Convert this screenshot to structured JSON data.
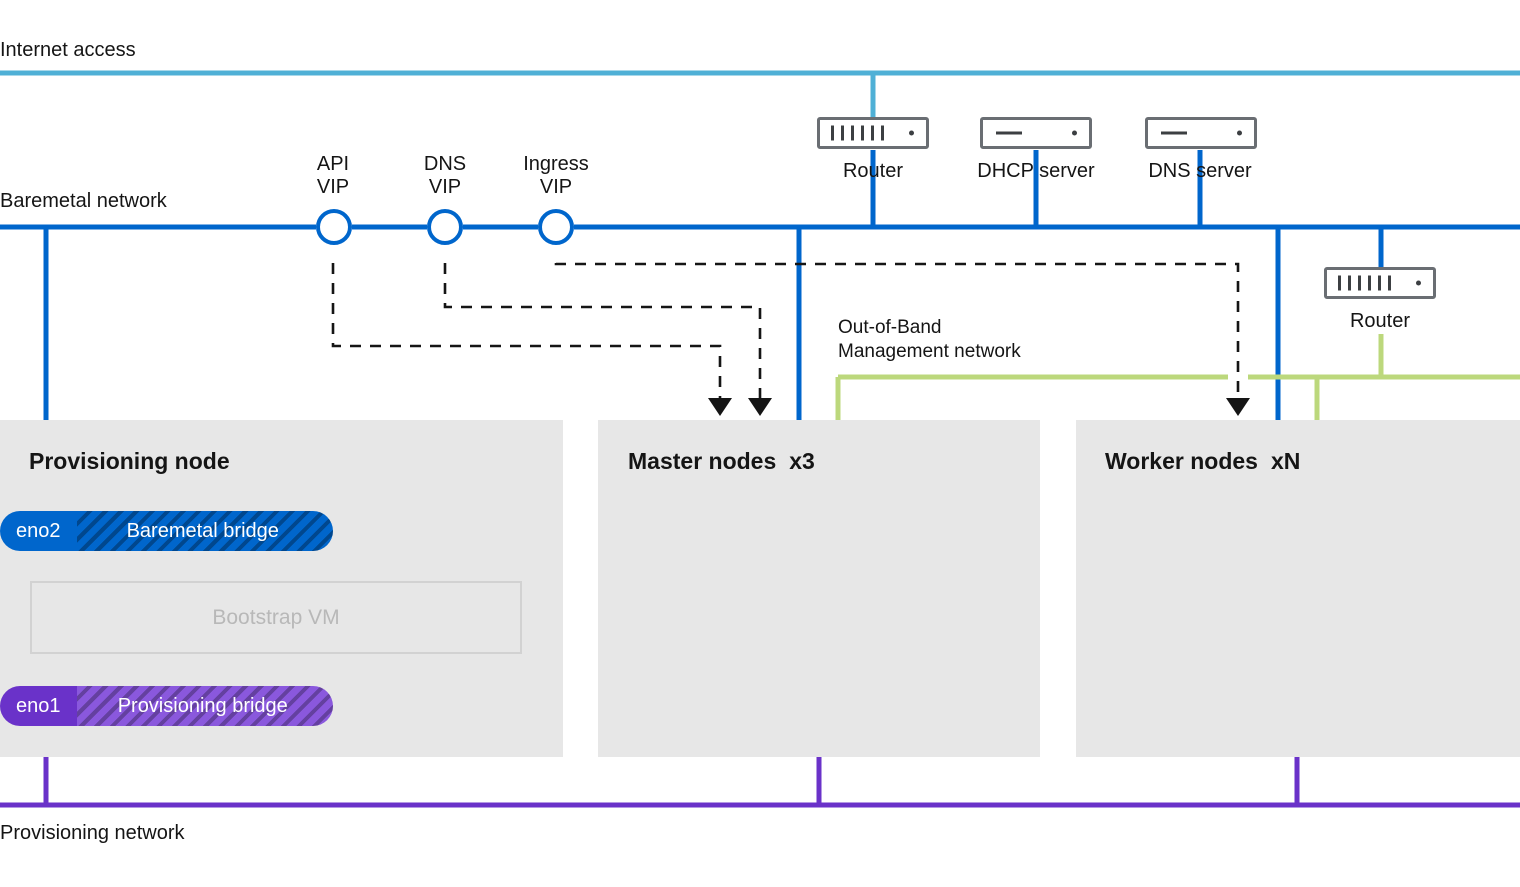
{
  "diagram": {
    "title": "OpenShift baremetal installation network layout",
    "colors": {
      "internet_line": "#4fb0d6",
      "baremetal_line": "#0066cc",
      "provisioning_line": "#6a32c9",
      "oob_line": "#bcd87c",
      "node_box": "#e7e7e7",
      "device_outline": "#6a6e73",
      "dashed_flow": "#151515"
    }
  },
  "networks": [
    {
      "id": "internet",
      "label": "Internet access"
    },
    {
      "id": "baremetal",
      "label": "Baremetal network"
    },
    {
      "id": "oob",
      "label": "Out-of-Band\nManagement network"
    },
    {
      "id": "provisioning",
      "label": "Provisioning network"
    }
  ],
  "vips": [
    {
      "id": "api",
      "label": "API\nVIP",
      "icon": "circle-node-icon"
    },
    {
      "id": "dns",
      "label": "DNS\nVIP",
      "icon": "circle-node-icon"
    },
    {
      "id": "ingress",
      "label": "Ingress\nVIP",
      "icon": "circle-node-icon"
    }
  ],
  "devices": [
    {
      "id": "router-1",
      "label": "Router",
      "icon": "router-icon"
    },
    {
      "id": "dhcp-server",
      "label": "DHCP server",
      "icon": "server-icon"
    },
    {
      "id": "dns-server",
      "label": "DNS server",
      "icon": "server-icon"
    },
    {
      "id": "router-2",
      "label": "Router",
      "icon": "router-icon"
    }
  ],
  "nodes": [
    {
      "id": "provisioning-node",
      "label": "Provisioning node",
      "interfaces": [
        {
          "id": "eno2",
          "nic": "eno2",
          "bridge": "Baremetal bridge",
          "color": "blue"
        },
        {
          "id": "eno1",
          "nic": "eno1",
          "bridge": "Provisioning bridge",
          "color": "purple"
        }
      ],
      "vm": {
        "id": "bootstrap-vm",
        "label": "Bootstrap VM"
      }
    },
    {
      "id": "master-nodes",
      "label": "Master nodes",
      "count": "x3"
    },
    {
      "id": "worker-nodes",
      "label": "Worker nodes",
      "count": "xN"
    }
  ]
}
